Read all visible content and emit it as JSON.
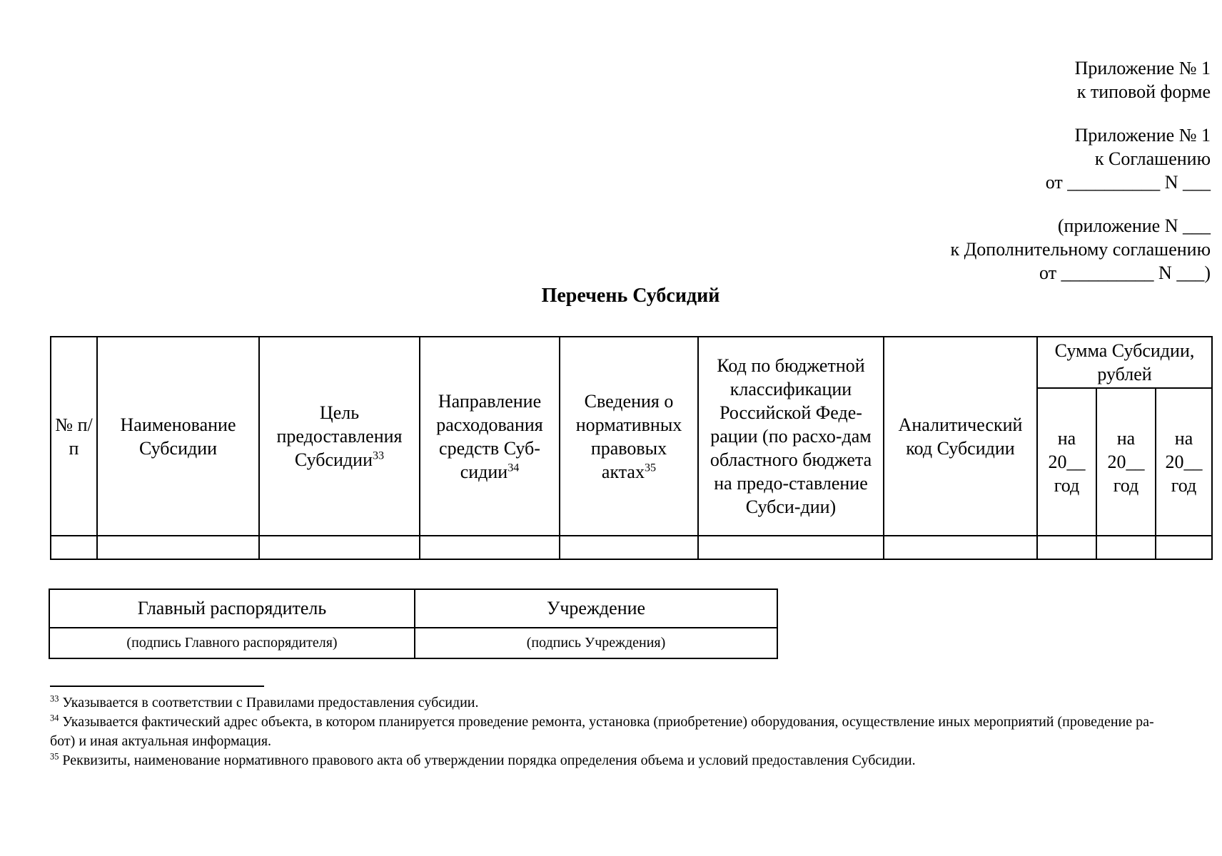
{
  "colors": {
    "background": "#ffffff",
    "ink": "#000000"
  },
  "header_right": {
    "block1": [
      "Приложение № 1",
      "к типовой форме"
    ],
    "block2": [
      "Приложение № 1",
      "к Соглашению",
      "от __________ N ___"
    ],
    "block3": [
      "(приложение N ___",
      "к Дополнительному соглашению",
      "от __________ N ___)"
    ]
  },
  "title": "Перечень Субсидий",
  "subsidy_table": {
    "columns": [
      {
        "label": "№ п/п"
      },
      {
        "label": "Наименование Субсидии"
      },
      {
        "label": "Цель предоставления Субсидии",
        "sup": "33"
      },
      {
        "label": "Направление расходования средств Суб-сидии",
        "sup": "34"
      },
      {
        "label": "Сведения о нормативных правовых актах",
        "sup": "35"
      },
      {
        "label": "Код по бюджетной классификации Российской Феде-рации (по расхо-дам областного бюджета на предо-ставление Субси-дии)"
      },
      {
        "label": "Аналитический код Субсидии"
      }
    ],
    "sum_group": {
      "label": "Сумма Субсидии, рублей",
      "subcolumns": [
        "на 20__ год",
        "на 20__ год",
        "на 20__ год"
      ]
    },
    "data_row": [
      "",
      "",
      "",
      "",
      "",
      "",
      "",
      "",
      "",
      ""
    ]
  },
  "signature_table": {
    "headers": [
      "Главный распорядитель",
      "Учреждение"
    ],
    "signature_hints": [
      "(подпись Главного распорядителя)",
      "(подпись Учреждения)"
    ]
  },
  "footnotes": [
    {
      "marker": "33",
      "lines": [
        "Указывается в соответствии с Правилами предоставления субсидии."
      ]
    },
    {
      "marker": "34",
      "lines": [
        "Указывается фактический адрес объекта, в котором планируется проведение ремонта, установка (приобретение) оборудования, осуществление иных мероприятий (проведение ра-",
        "бот) и иная актуальная информация."
      ]
    },
    {
      "marker": "35",
      "lines": [
        "Реквизиты, наименование нормативного правового акта об утверждении порядка определения объема и условий предоставления Субсидии."
      ]
    }
  ]
}
